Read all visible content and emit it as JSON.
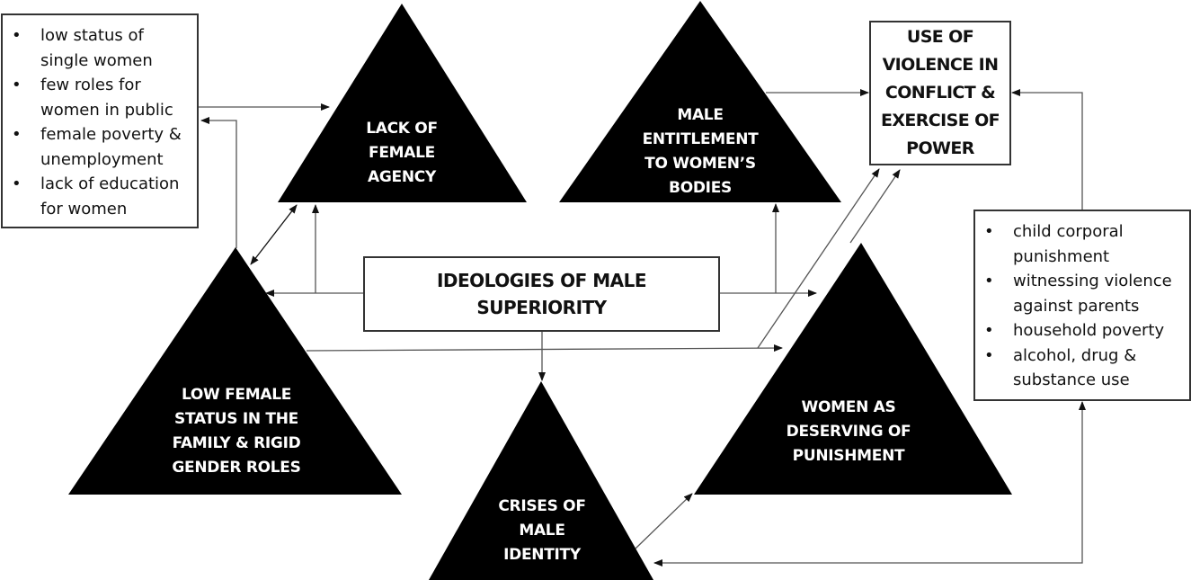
{
  "diagram": {
    "title": "Ideologies of male superiority and drivers of violence",
    "central_node": {
      "id": "ideologies",
      "label": "IDEOLOGIES OF MALE SUPERIORITY"
    },
    "outcome_node": {
      "id": "use-of-violence",
      "label": "USE OF VIOLENCE IN CONFLICT & EXERCISE OF POWER"
    },
    "triangles": [
      {
        "id": "lack-of-female-agency",
        "label": "LACK OF FEMALE AGENCY"
      },
      {
        "id": "male-entitlement",
        "label": "MALE ENTITLEMENT TO WOMEN’S BODIES"
      },
      {
        "id": "low-female-status",
        "label": "LOW FEMALE STATUS IN THE FAMILY & RIGID GENDER ROLES"
      },
      {
        "id": "crises-of-male-identity",
        "label": "CRISES OF MALE IDENTITY"
      },
      {
        "id": "women-deserving-punishment",
        "label": "WOMEN AS DESERVING OF PUNISHMENT"
      }
    ],
    "left_box": {
      "id": "female-context-factors",
      "items": [
        "low status of single women",
        "few roles for women in public",
        "female poverty & unemployment",
        "lack of education for women"
      ]
    },
    "right_box": {
      "id": "individual-risk-factors",
      "items": [
        "child corporal punishment",
        "witnessing violence against parents",
        "household poverty",
        "alcohol, drug & substance use"
      ]
    },
    "edges": [
      {
        "from": "female-context-factors",
        "to": "lack-of-female-agency"
      },
      {
        "from": "low-female-status",
        "to": "female-context-factors"
      },
      {
        "from": "low-female-status",
        "to": "lack-of-female-agency",
        "bidirectional": true
      },
      {
        "from": "ideologies",
        "to": "low-female-status"
      },
      {
        "from": "ideologies",
        "to": "lack-of-female-agency"
      },
      {
        "from": "ideologies",
        "to": "male-entitlement"
      },
      {
        "from": "ideologies",
        "to": "women-deserving-punishment"
      },
      {
        "from": "ideologies",
        "to": "crises-of-male-identity"
      },
      {
        "from": "male-entitlement",
        "to": "use-of-violence"
      },
      {
        "from": "low-female-status",
        "to": "women-deserving-punishment"
      },
      {
        "from": "low-female-status",
        "to": "use-of-violence"
      },
      {
        "from": "women-deserving-punishment",
        "to": "use-of-violence"
      },
      {
        "from": "individual-risk-factors",
        "to": "use-of-violence"
      },
      {
        "from": "crises-of-male-identity",
        "to": "women-deserving-punishment"
      },
      {
        "from": "individual-risk-factors",
        "to": "crises-of-male-identity",
        "bidirectional": true
      }
    ],
    "colors": {
      "triangle_fill": "#000000",
      "triangle_text": "#ffffff",
      "box_border": "#333333",
      "line": "#555555"
    }
  }
}
